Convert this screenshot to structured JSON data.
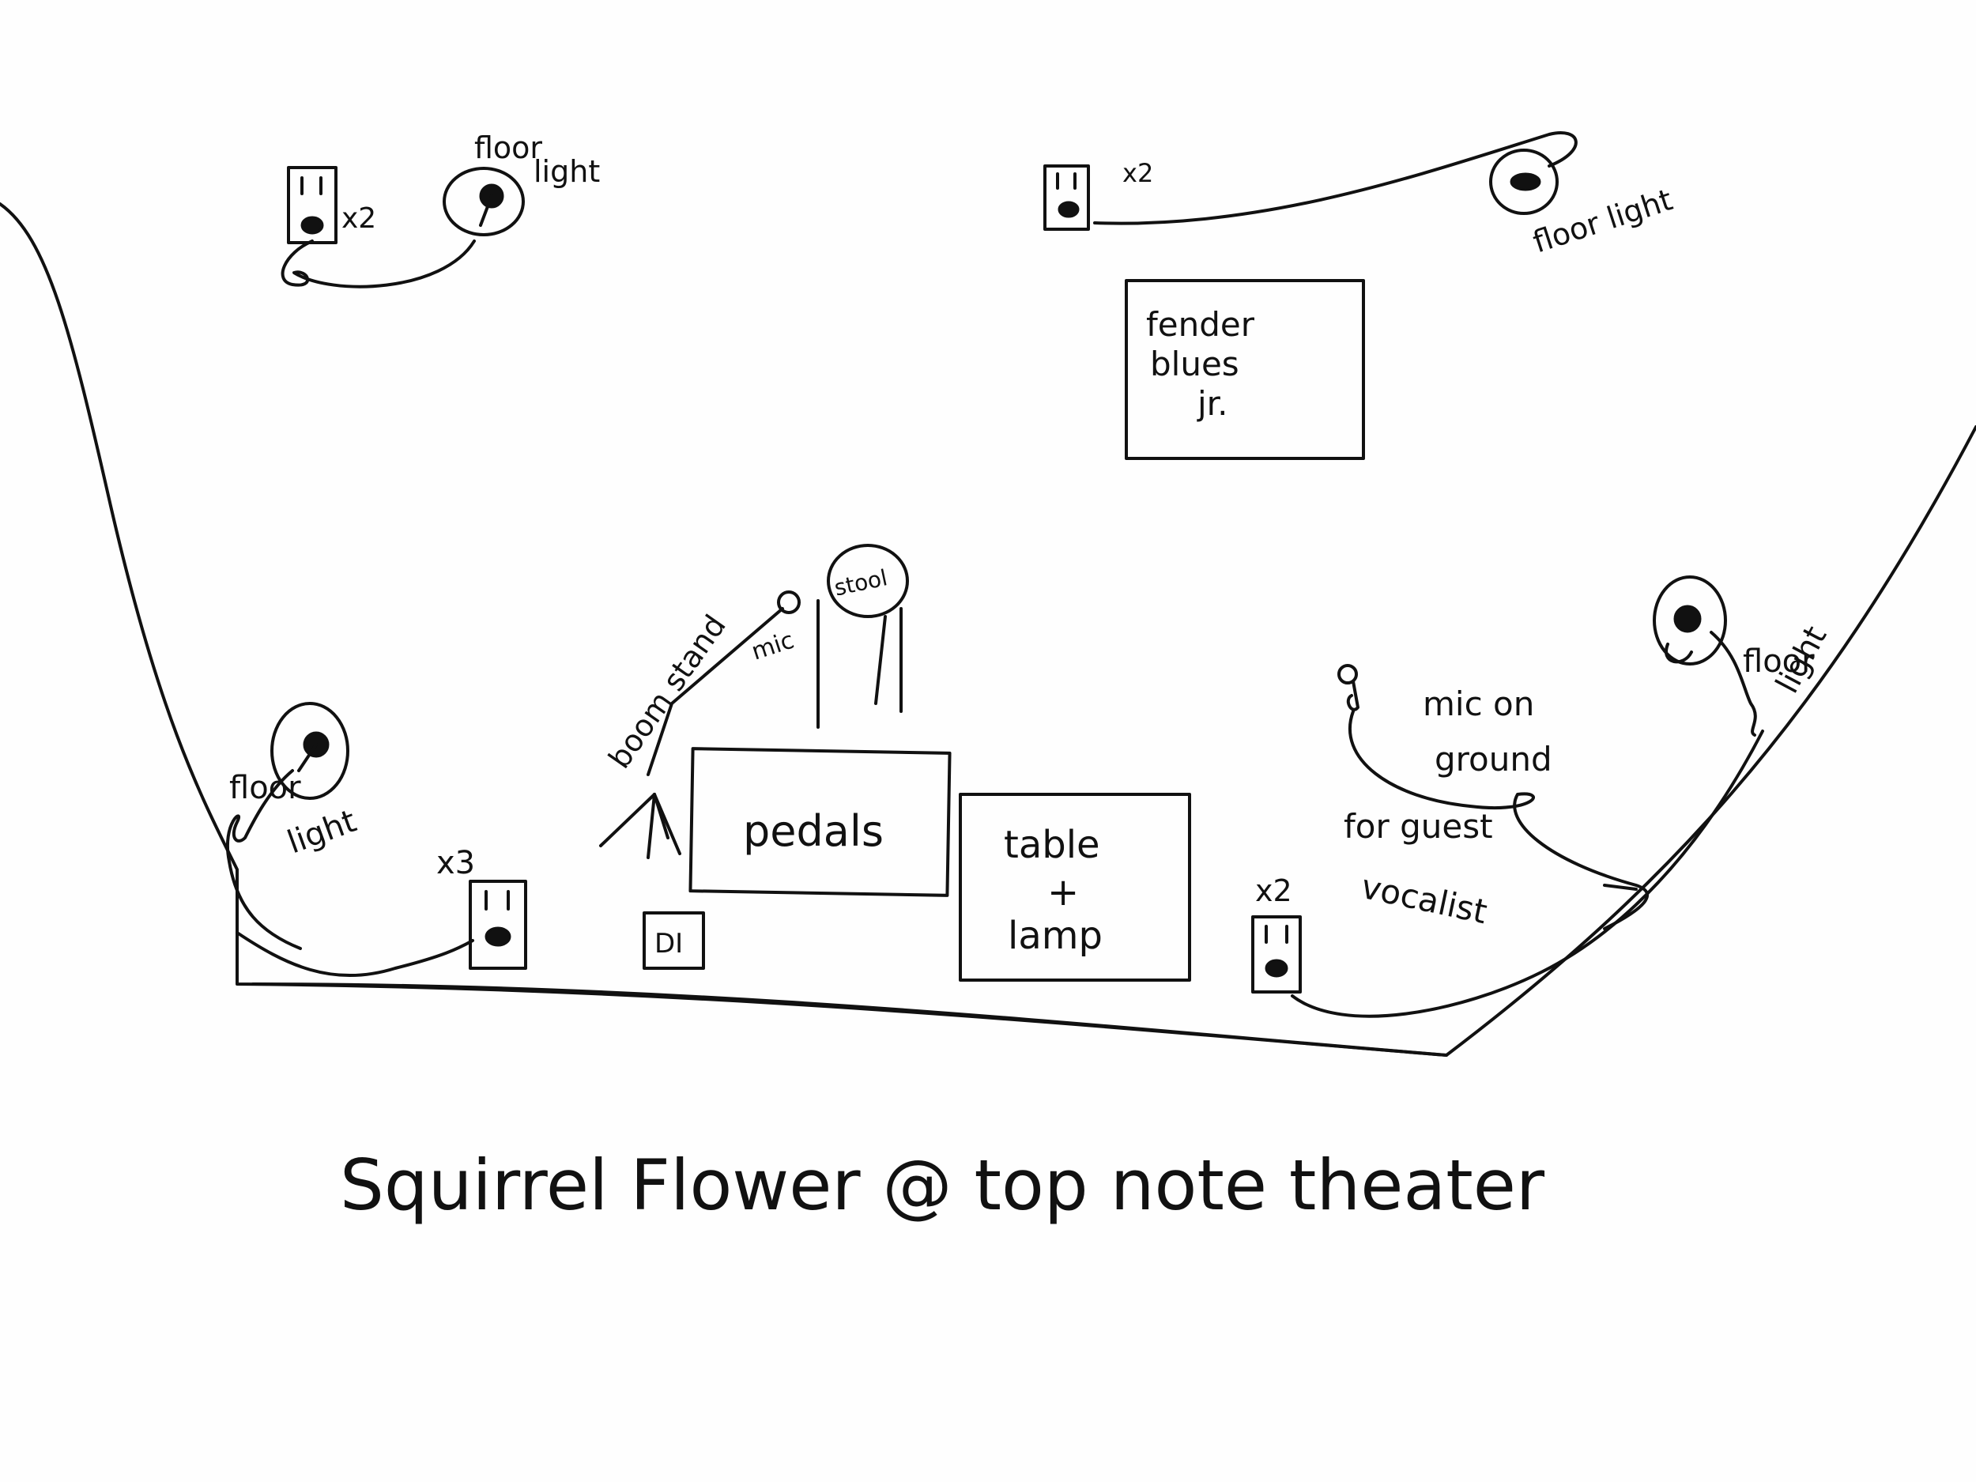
{
  "title": "Squirrel Flower @ top note theater",
  "labels": {
    "floor_light_top_left": [
      "floor",
      "light"
    ],
    "outlet_top_left_count": "x2",
    "outlet_top_center_count": "x2",
    "floor_light_top_right": "floor light",
    "amp": [
      "fender",
      "blues",
      "jr."
    ],
    "stool": "stool",
    "mic": "mic",
    "boom_stand": "boom stand",
    "floor_light_left": [
      "floor",
      "light"
    ],
    "outlet_bottom_left_count": "x3",
    "di": "DI",
    "pedals": "pedals",
    "table": [
      "table",
      "+",
      "lamp"
    ],
    "outlet_bottom_right_count": "x2",
    "mic_on_ground": [
      "mic on",
      "ground"
    ],
    "guest_vocalist": [
      "for guest",
      "vocalist"
    ],
    "floor_light_right": [
      "floor",
      "light"
    ]
  },
  "colors": {
    "ink": "#111111",
    "paper": "#fefefe"
  }
}
